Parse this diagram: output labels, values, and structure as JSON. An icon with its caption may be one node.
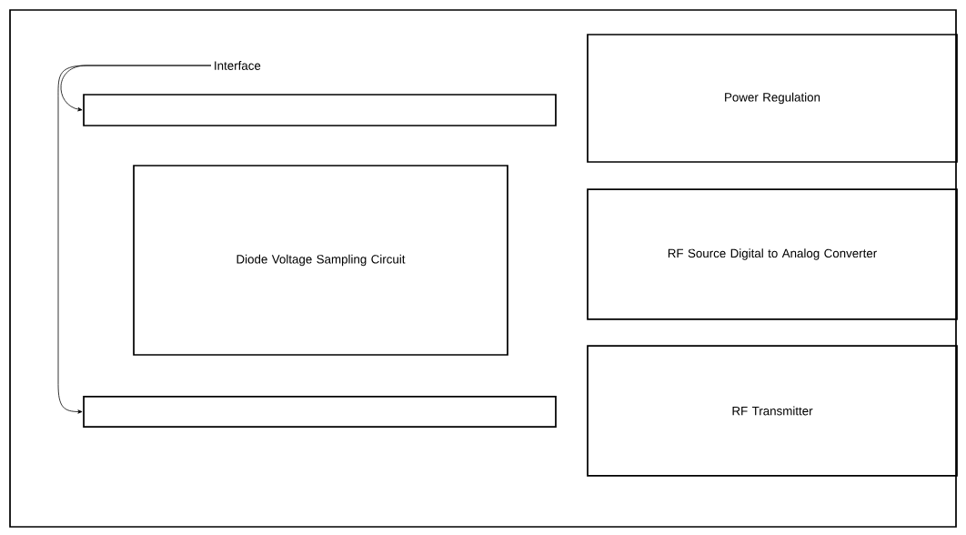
{
  "diagram": {
    "nodes": [
      {
        "text": [
          "Interface"
        ]
      },
      {
        "text": [],
        "shape": "box"
      },
      {
        "text": [
          "Power Regulation"
        ]
      },
      {
        "text": [
          "Diode Voltage Sampling Circuit"
        ]
      },
      {
        "text": [
          "RF Source Digital to Analog Converter"
        ]
      },
      {
        "text": [],
        "shape": "box"
      },
      {
        "text": [
          "RF Transmitter"
        ]
      }
    ],
    "edges": [
      {
        "from": 0,
        "to": 1,
        "arrow": "to"
      },
      {
        "from": 0,
        "to": 5,
        "arrow": "to"
      }
    ]
  }
}
